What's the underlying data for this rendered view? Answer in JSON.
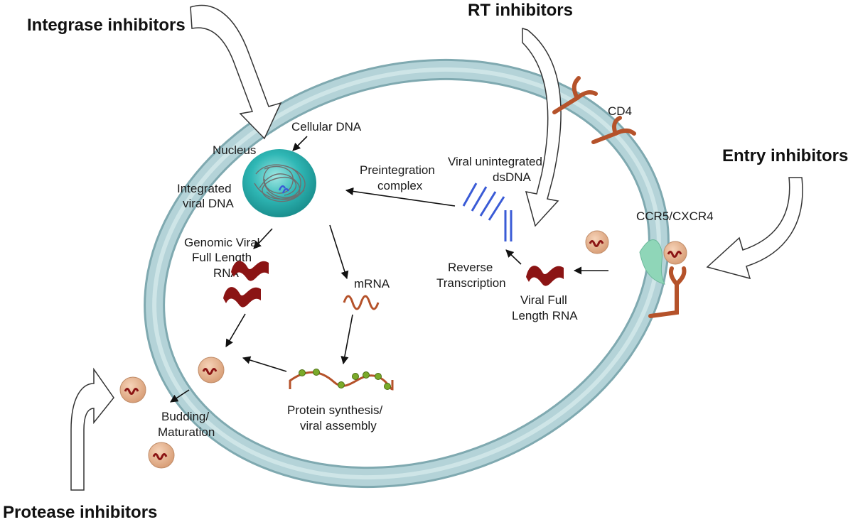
{
  "headings": {
    "integrase": "Integrase inhibitors",
    "rt": "RT inhibitors",
    "entry": "Entry inhibitors",
    "protease": "Protease inhibitors"
  },
  "labels": {
    "cd4": "CD4",
    "ccr5": "CCR5/CXCR4",
    "cellular_dna": "Cellular DNA",
    "nucleus": "Nucleus",
    "integrated_1": "Integrated",
    "integrated_2": "viral DNA",
    "preint_1": "Preintegration",
    "preint_2": "complex",
    "unint_1": "Viral unintegrated",
    "unint_2": "dsDNA",
    "genomic_1": "Genomic Viral",
    "genomic_2": "Full Length",
    "genomic_3": "RNA",
    "mrna": "mRNA",
    "rev_1": "Reverse",
    "rev_2": "Transcription",
    "vfl_1": "Viral Full",
    "vfl_2": "Length RNA",
    "protein_1": "Protein synthesis/",
    "protein_2": "viral assembly",
    "budding_1": "Budding/",
    "budding_2": "Maturation"
  },
  "colors": {
    "membrane": "#b4d3d8",
    "membrane_edge": "#7fa9b0",
    "nucleus": "#2fb7b5",
    "receptor": "#b5522a",
    "viral_rna": "#8b1414",
    "dna": "#3a5bd6",
    "virion": "#e8b796",
    "protein_dot": "#7aaa2a"
  }
}
